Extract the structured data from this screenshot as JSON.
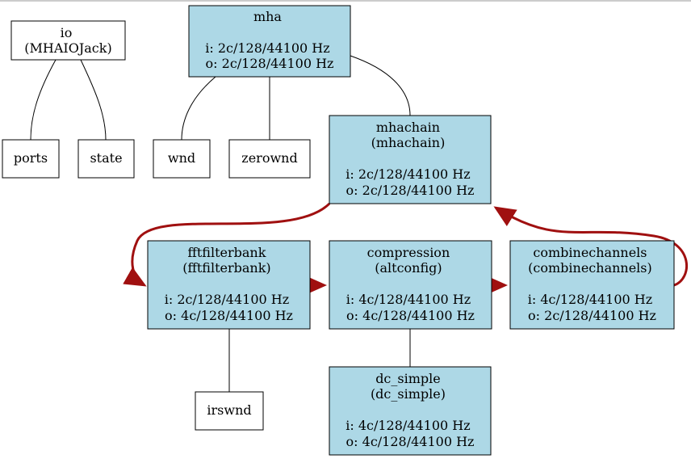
{
  "colors": {
    "node_fill_blue": "#add8e6",
    "node_fill_white": "#ffffff",
    "edge_red": "#a01010",
    "edge_black": "#000000"
  },
  "nodes": {
    "io": {
      "lines": [
        "io",
        "(MHAIOJack)"
      ]
    },
    "mha": {
      "lines": [
        "mha",
        "",
        "i: 2c/128/44100 Hz",
        "o: 2c/128/44100 Hz"
      ]
    },
    "ports": {
      "lines": [
        "ports"
      ]
    },
    "state": {
      "lines": [
        "state"
      ]
    },
    "wnd": {
      "lines": [
        "wnd"
      ]
    },
    "zerownd": {
      "lines": [
        "zerownd"
      ]
    },
    "mhachain": {
      "lines": [
        "mhachain",
        "(mhachain)",
        "",
        "i: 2c/128/44100 Hz",
        "o: 2c/128/44100 Hz"
      ]
    },
    "fftfilterbank": {
      "lines": [
        "fftfilterbank",
        "(fftfilterbank)",
        "",
        "i: 2c/128/44100 Hz",
        "o: 4c/128/44100 Hz"
      ]
    },
    "compression": {
      "lines": [
        "compression",
        "(altconfig)",
        "",
        "i: 4c/128/44100 Hz",
        "o: 4c/128/44100 Hz"
      ]
    },
    "combinechannels": {
      "lines": [
        "combinechannels",
        "(combinechannels)",
        "",
        "i: 4c/128/44100 Hz",
        "o: 2c/128/44100 Hz"
      ]
    },
    "irswnd": {
      "lines": [
        "irswnd"
      ]
    },
    "dc_simple": {
      "lines": [
        "dc_simple",
        "(dc_simple)",
        "",
        "i: 4c/128/44100 Hz",
        "o: 4c/128/44100 Hz"
      ]
    }
  }
}
